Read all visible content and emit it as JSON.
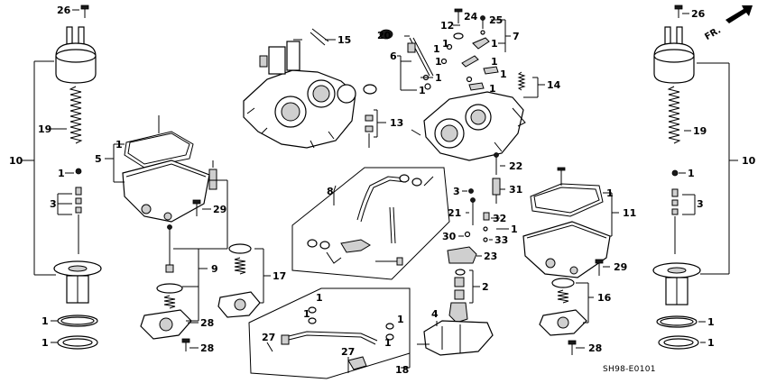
{
  "diagram_code": "SH98-E0101",
  "direction_label": "FR.",
  "callouts": {
    "c26a": "26",
    "c26b": "26",
    "c10a": "10",
    "c10b": "10",
    "c19a": "19",
    "c19b": "19",
    "c1_l1": "1",
    "c3a": "3",
    "c1_r1": "1",
    "c3b": "3",
    "c1_bl1": "1",
    "c1_bl2": "1",
    "c1_br1": "1",
    "c1_br2": "1",
    "c5": "5",
    "c1_5": "1",
    "c29a": "29",
    "c9": "9",
    "c28a": "28",
    "c28b": "28",
    "c17": "17",
    "c15": "15",
    "c20": "20",
    "c6": "6",
    "c1_6a": "1",
    "c1_6b": "1",
    "c1_6c": "1",
    "c12": "12",
    "c24": "24",
    "c25": "25",
    "c7": "7",
    "c1_7a": "1",
    "c1_7b": "1",
    "c1_7c": "1",
    "c1_7d": "1",
    "c1_7e": "1",
    "c1_7f": "1",
    "c14": "14",
    "c13": "13",
    "c8": "8",
    "c22": "22",
    "c3c": "3",
    "c31": "31",
    "c21": "21",
    "c32": "32",
    "c1_32": "1",
    "c30": "30",
    "c33": "33",
    "c23": "23",
    "c2": "2",
    "c4": "4",
    "c1_11": "1",
    "c11": "11",
    "c29b": "29",
    "c16": "16",
    "c28c": "28",
    "c1_18a": "1",
    "c1_18b": "1",
    "c1_18c": "1",
    "c1_18d": "1",
    "c27a": "27",
    "c27b": "27",
    "c18": "18"
  }
}
